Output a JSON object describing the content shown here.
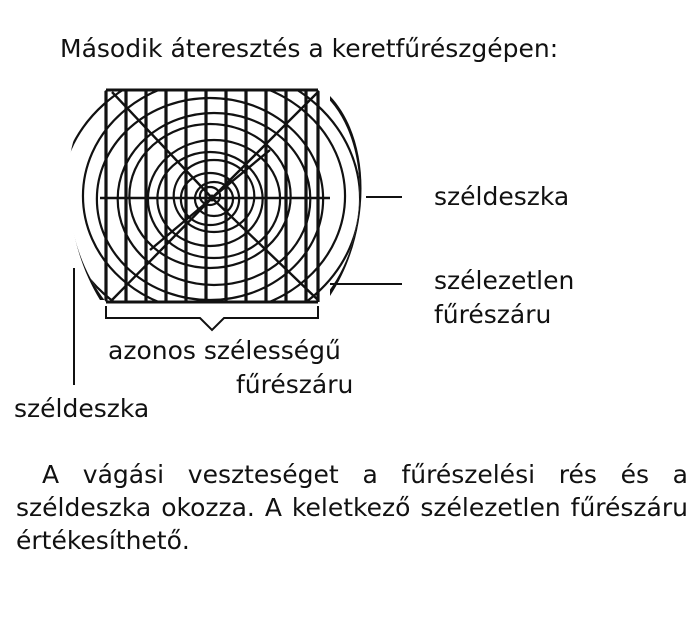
{
  "diagram": {
    "title": "Második áteresztés a keretfűrészgépen:",
    "labels": {
      "right_top": "széldeszka",
      "right_bottom_1": "szélezetlen",
      "right_bottom_2": "fűrészáru",
      "center_1": "azonos szélességű",
      "center_2": "fűrészáru",
      "left_bottom": "széldeszka"
    }
  },
  "paragraph": "A vágási veszteséget a fűrészelési rés és a széldeszka okozza. A keletkező szélezetlen fűrészáru értékesíthető.",
  "colors": {
    "ink": "#111111",
    "background": "#ffffff"
  }
}
